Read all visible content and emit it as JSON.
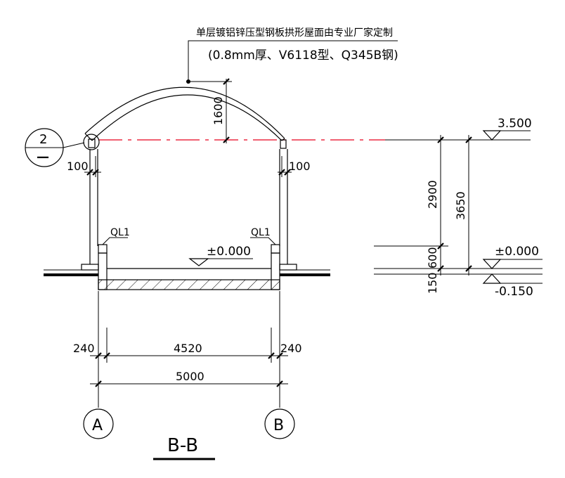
{
  "roof_note": {
    "line1": "单层镀铝锌压型钢板拱形屋面由专业厂家定制",
    "line2": "(0.8mm厚、V6118型、Q345B钢)"
  },
  "detail_callout": {
    "number": "2",
    "sheet": "—"
  },
  "dimensions": {
    "arch_rise": "1600",
    "left_offset": "100",
    "right_offset": "100",
    "height_2900": "2900",
    "height_3650": "3650",
    "height_600": "600",
    "height_150": "150",
    "wall_left": "240",
    "clear_span": "4520",
    "wall_right": "240",
    "total_span": "5000"
  },
  "elevations": {
    "top": "3.500",
    "floor_plan": "±0.000",
    "floor_side": "±0.000",
    "ground": "-0.150"
  },
  "beam_labels": {
    "left": "QL1",
    "right": "QL1"
  },
  "axes": {
    "left": "A",
    "right": "B"
  },
  "section_title": "B-B",
  "colors": {
    "line": "#000000",
    "axis_line": "#e8001c",
    "background": "#ffffff"
  }
}
